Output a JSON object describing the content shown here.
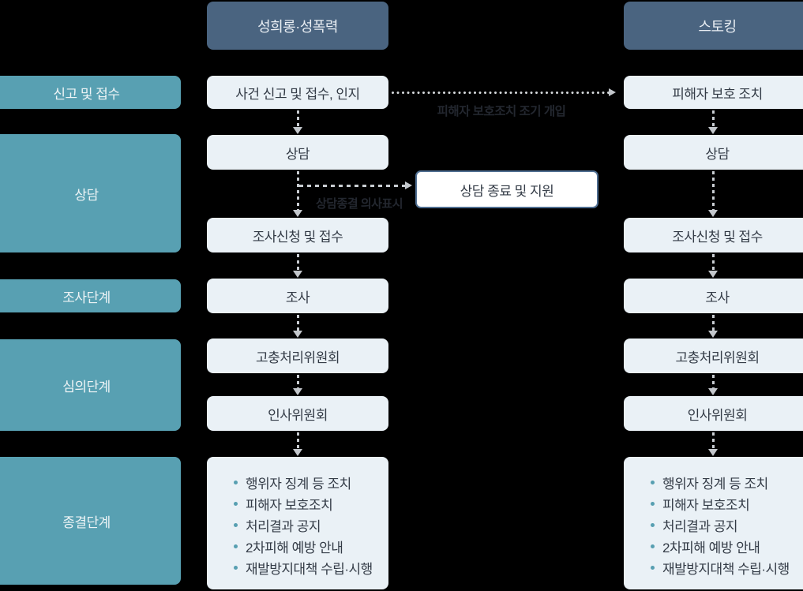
{
  "stages": [
    "신고 및 접수",
    "상담",
    "조사단계",
    "심의단계",
    "종결단계"
  ],
  "harassment_flow": {
    "header": "성희롱·성폭력",
    "steps": [
      "사건 신고 및 접수, 인지",
      "상담",
      "조사신청 및 접수",
      "조사",
      "고충처리위원회",
      "인사위원회"
    ],
    "outcomes": [
      "행위자 징계 등 조치",
      "피해자 보호조치",
      "처리결과 공지",
      "2차피해 예방 안내",
      "재발방지대책 수립·시행"
    ]
  },
  "stalking_flow": {
    "header": "스토킹",
    "steps": [
      "피해자 보호 조치",
      "상담",
      "조사신청 및 접수",
      "조사",
      "고충처리위원회",
      "인사위원회"
    ],
    "outcomes": [
      "행위자 징계 등 조치",
      "피해자 보호조치",
      "처리결과 공지",
      "2차피해 예방 안내",
      "재발방지대책 수립·시행"
    ]
  },
  "annotations": {
    "early_intervention": "피해자 보호조치 조기 개입",
    "counsel_end_intent": "상담종결 의사표시",
    "counsel_end_box": "상담 종료 및 지원"
  },
  "colors": {
    "background": "#000000",
    "header_bg": "#4a6480",
    "stage_bg": "#58a0b2",
    "step_bg": "#eaf1f6",
    "step_text": "#333b46",
    "callout_border": "#4f6e91",
    "callout_bg": "#ffffff",
    "arrow": "#c9cdd2",
    "annotation_text": "#23272f",
    "bullet_dot": "#579fb1"
  }
}
